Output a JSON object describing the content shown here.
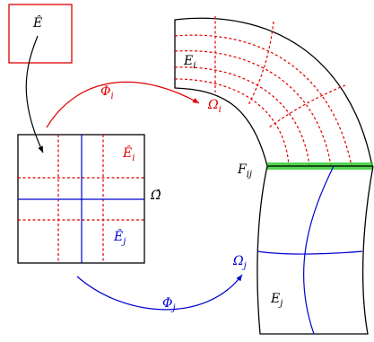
{
  "labels": {
    "reference_element": "Ê",
    "reference_domain": "Ω̂",
    "subelement_i": {
      "base": "Ê",
      "sub": "i"
    },
    "subelement_j": {
      "base": "Ê",
      "sub": "j"
    },
    "map_i": {
      "base": "Φ",
      "sub": "i"
    },
    "map_j": {
      "base": "Φ",
      "sub": "j"
    },
    "domain_i": {
      "base": "Ω",
      "sub": "i"
    },
    "domain_j": {
      "base": "Ω",
      "sub": "j"
    },
    "physical_element_i": {
      "base": "E",
      "sub": "i"
    },
    "physical_element_j": {
      "base": "E",
      "sub": "j"
    },
    "interface": {
      "base": "F",
      "sub": "ij"
    }
  },
  "colors": {
    "subdomain_i": "#e00000",
    "subdomain_j": "#0000d0",
    "interface": "#33cc33",
    "outline": "#000000"
  }
}
